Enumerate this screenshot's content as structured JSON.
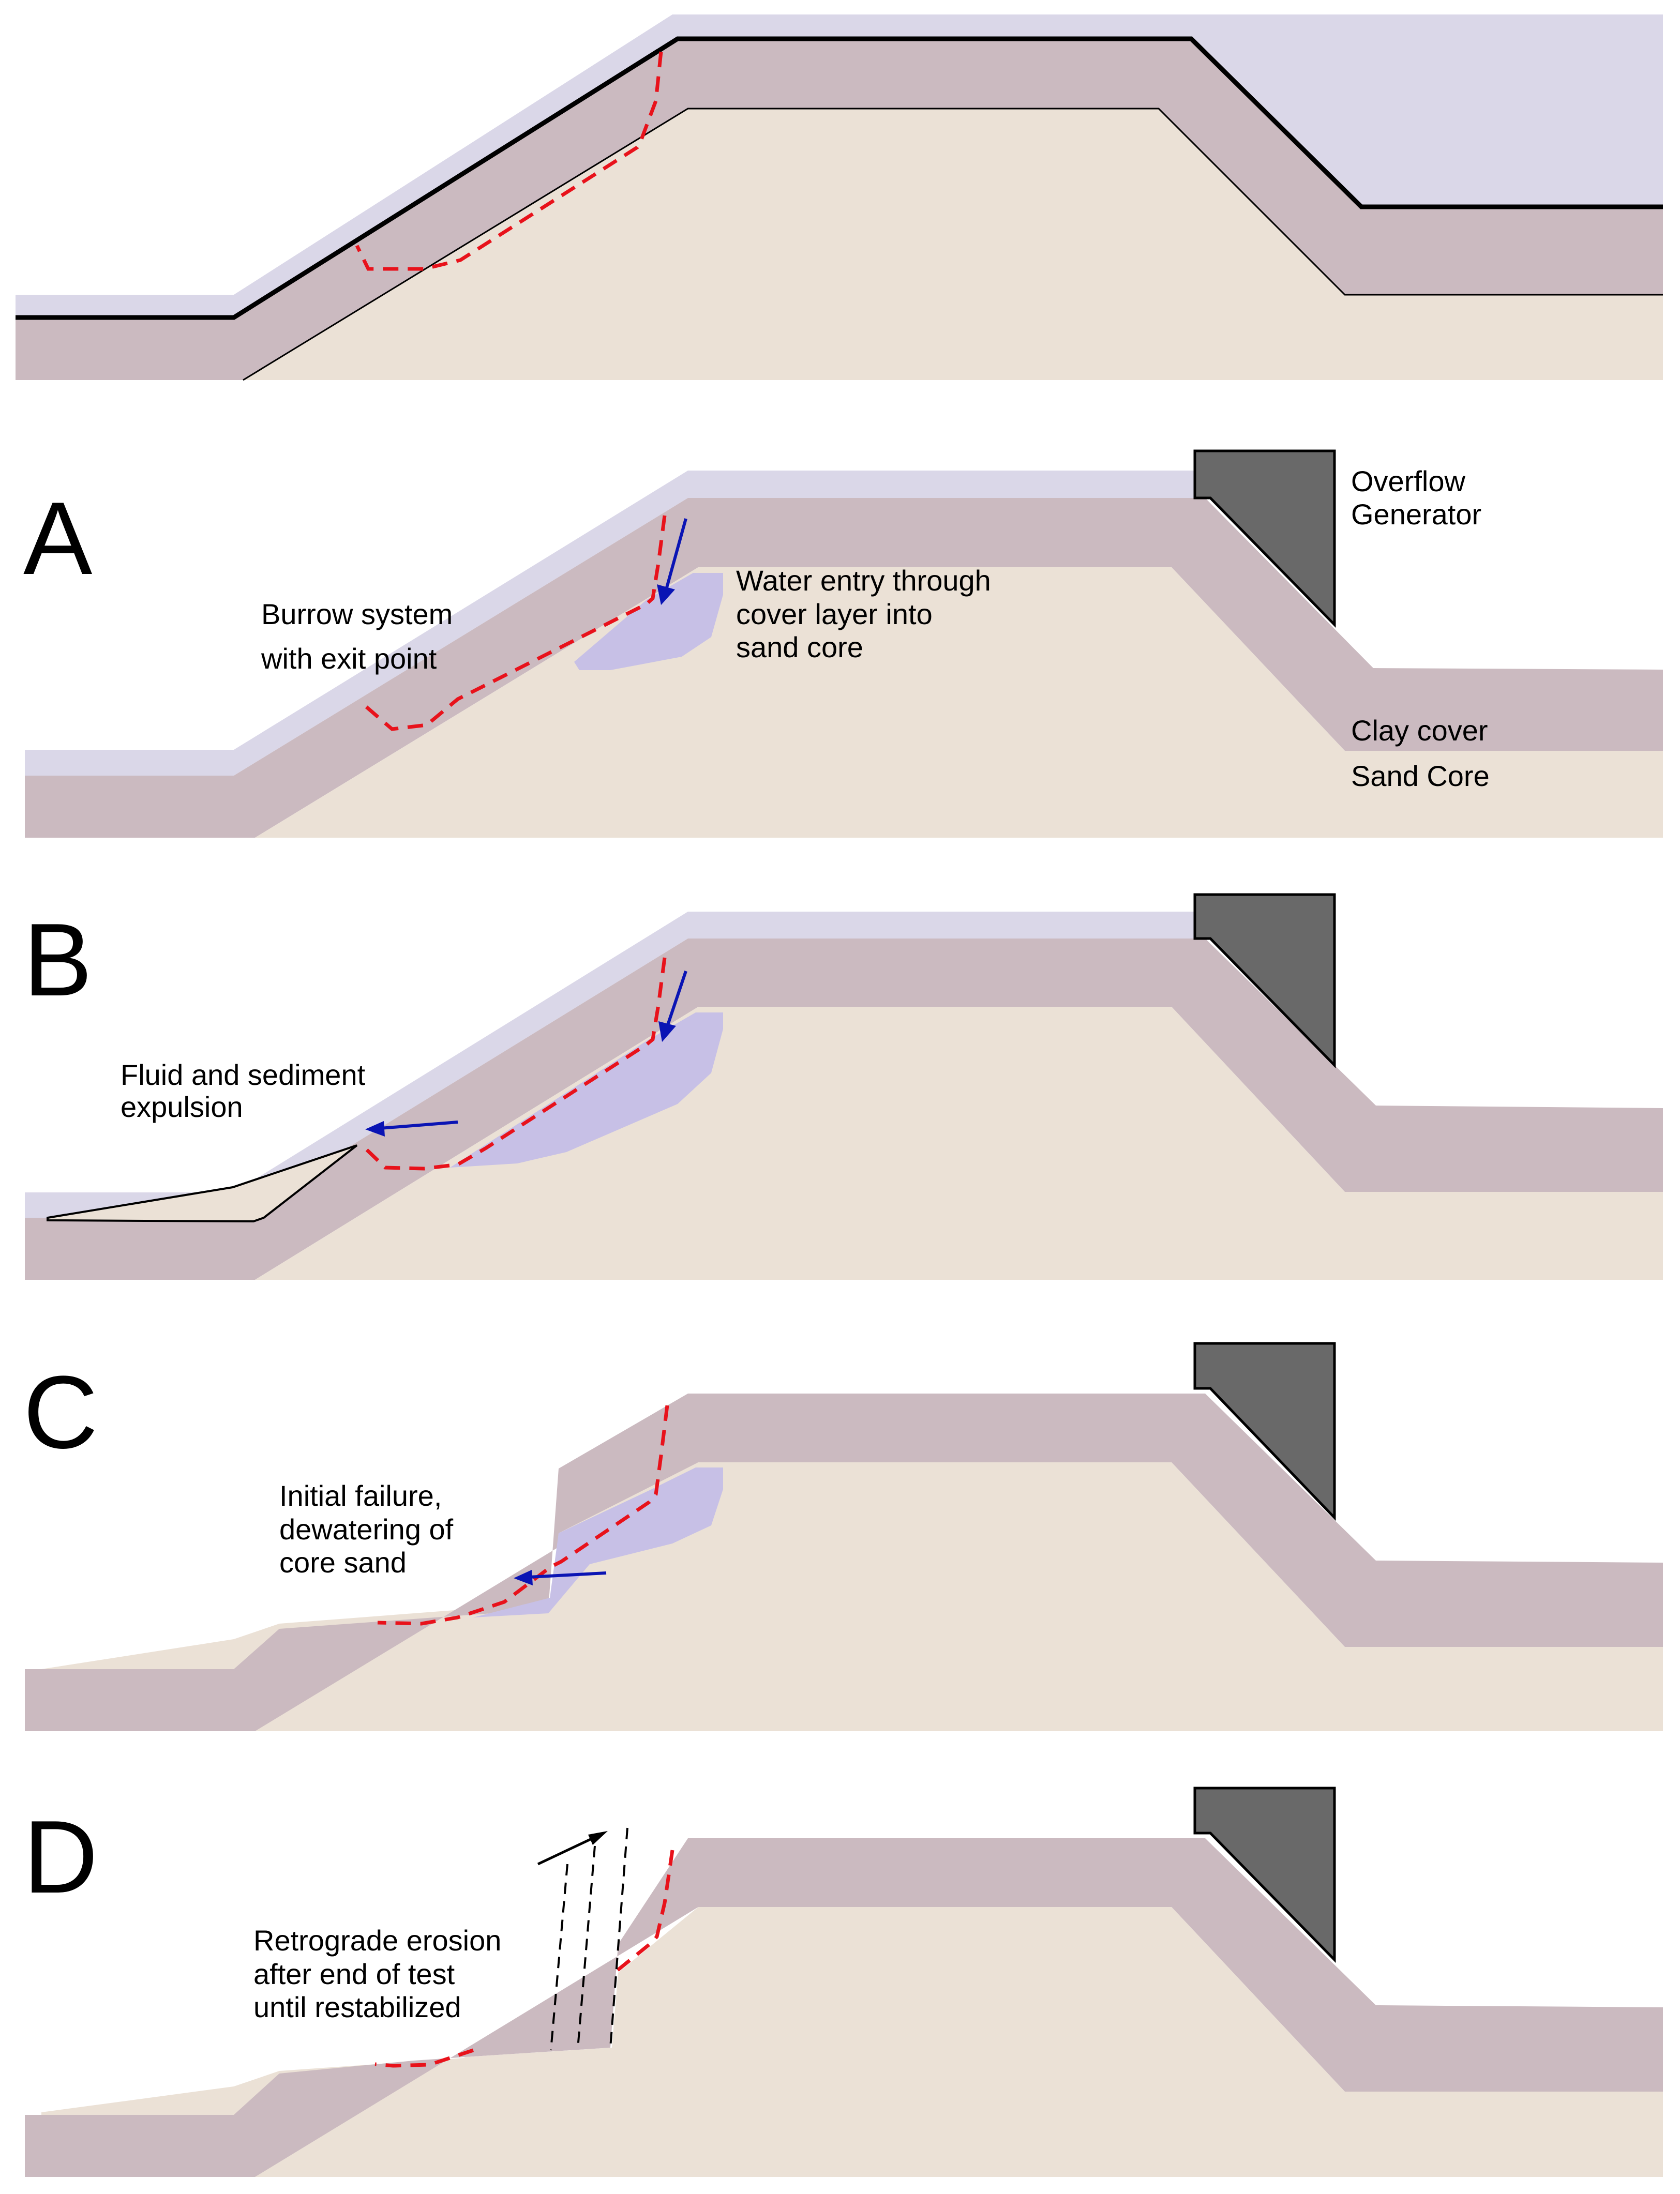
{
  "colors": {
    "clay_cover": "#cbbac0",
    "sand_core": "#ebe1d6",
    "water_overflow": "#dad7e8",
    "infiltrated_water": "#c7c0e6",
    "overflow_generator": "#696969",
    "burrow_line": "#e8121b",
    "flow_arrow": "#0a14b4",
    "outline": "#000000"
  },
  "icons": {
    "burrow": "red-dashed-burrow-line",
    "flow": "blue-arrow",
    "generator": "dark-grey-block"
  },
  "panels": [
    {
      "letter": "",
      "annotations": []
    },
    {
      "letter": "A",
      "annotations": [
        {
          "lines": [
            "Burrow system",
            "with exit point"
          ]
        },
        {
          "lines": [
            "Water entry through",
            "cover layer into",
            "sand core"
          ]
        },
        {
          "lines": [
            "Overflow",
            "Generator"
          ]
        },
        {
          "lines": [
            "Clay cover"
          ]
        },
        {
          "lines": [
            "Sand Core"
          ]
        }
      ]
    },
    {
      "letter": "B",
      "annotations": [
        {
          "lines": [
            "Fluid and sediment",
            "expulsion"
          ]
        }
      ]
    },
    {
      "letter": "C",
      "annotations": [
        {
          "lines": [
            "Initial failure,",
            "dewatering of",
            "core sand"
          ]
        }
      ]
    },
    {
      "letter": "D",
      "annotations": [
        {
          "lines": [
            "Retrograde erosion",
            "after end of test",
            "until restabilized"
          ]
        }
      ]
    }
  ]
}
